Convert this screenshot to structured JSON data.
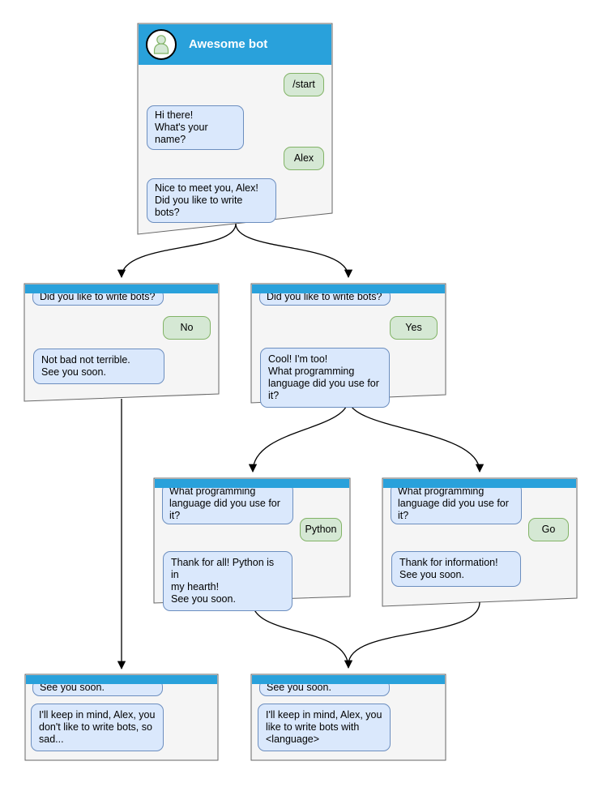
{
  "diagram": {
    "type": "chatbot-conversation-flowchart",
    "colors": {
      "header_blue": "#29A1DB",
      "bot_bubble_fill": "#DAE8FC",
      "bot_bubble_border": "#6C8EBF",
      "user_bubble_fill": "#D5E8D4",
      "user_bubble_border": "#82B366",
      "node_fill": "#F5F5F5",
      "node_border": "#666666",
      "connector": "#000000"
    }
  },
  "nodes": {
    "start": {
      "title": "Awesome bot",
      "avatar_icon": "person-icon",
      "messages": [
        {
          "from": "user",
          "text": "/start"
        },
        {
          "from": "bot",
          "text": "Hi there!\nWhat's your name?"
        },
        {
          "from": "user",
          "text": "Alex"
        },
        {
          "from": "bot",
          "text": "Nice to meet you, Alex!\nDid you like to write bots?"
        }
      ]
    },
    "branch_no": {
      "messages": [
        {
          "from": "bot",
          "text": "Did you like to write bots?"
        },
        {
          "from": "user",
          "text": "No"
        },
        {
          "from": "bot",
          "text": "Not bad not terrible.\nSee you soon."
        }
      ]
    },
    "branch_yes": {
      "messages": [
        {
          "from": "bot",
          "text": "Did you like to write bots?"
        },
        {
          "from": "user",
          "text": "Yes"
        },
        {
          "from": "bot",
          "text": "Cool! I'm too!\nWhat programming\nlanguage did you use for it?"
        }
      ]
    },
    "branch_python": {
      "messages": [
        {
          "from": "bot",
          "text": "What programming\nlanguage did you use for it?"
        },
        {
          "from": "user",
          "text": "Python"
        },
        {
          "from": "bot",
          "text": "Thank for all! Python is in\nmy hearth!\nSee you soon."
        }
      ]
    },
    "branch_go": {
      "messages": [
        {
          "from": "bot",
          "text": "What programming\nlanguage did you use for it?"
        },
        {
          "from": "user",
          "text": "Go"
        },
        {
          "from": "bot",
          "text": "Thank for information!\nSee you soon."
        }
      ]
    },
    "end_no": {
      "messages": [
        {
          "from": "bot",
          "text": "See you soon."
        },
        {
          "from": "bot",
          "text": "I'll keep in mind, Alex, you\ndon't like to write bots, so\nsad..."
        }
      ]
    },
    "end_yes": {
      "messages": [
        {
          "from": "bot",
          "text": "See you soon."
        },
        {
          "from": "bot",
          "text": "I'll keep in mind, Alex, you\nlike to write bots with\n<language>"
        }
      ]
    }
  }
}
